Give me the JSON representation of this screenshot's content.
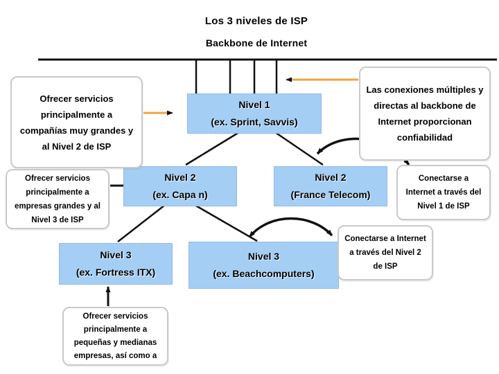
{
  "slide": {
    "title": "Los 3 niveles de ISP",
    "backbone_label": "Backbone de Internet"
  },
  "nodes": {
    "nivel1": {
      "name": "Nivel 1",
      "example": "(ex. Sprint, Savvis)"
    },
    "nivel2_left": {
      "name": "Nivel 2",
      "example": "(ex. Capa n)"
    },
    "nivel2_right": {
      "name": "Nivel 2",
      "example": "(France Telecom)"
    },
    "nivel3_left": {
      "name": "Nivel 3",
      "example": "(ex. Fortress ITX)"
    },
    "nivel3_right": {
      "name": "Nivel 3",
      "example": "(ex. Beachcomputers)"
    }
  },
  "callouts": {
    "tier1_role": "Ofrecer servicios principalmente a compañías muy grandes y al Nivel 2 de ISP",
    "backbone_reliability": "Las conexiones múltiples y directas al backbone de Internet proporcionan confiabilidad",
    "tier2_role": "Ofrecer servicios principalmente a empresas grandes y al Nivel 3 de ISP",
    "connect_via_tier1": "Conectarse a Internet a través del Nivel 1 de ISP",
    "connect_via_tier2": "Conectarse a Internet a través del Nivel 2 de ISP",
    "tier3_role": "Ofrecer servicios principalmente a pequeñas y medianas empresas, así como a"
  },
  "colors": {
    "node_fill": "#A5CEF4",
    "callout_border": "#C9C9C9",
    "connector_black": "#111111",
    "arrow_orange": "#F0A43C"
  }
}
